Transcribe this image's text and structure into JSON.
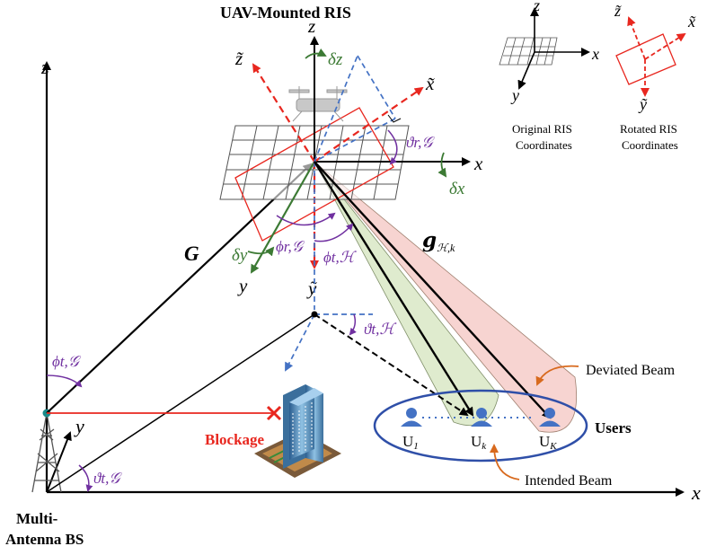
{
  "title": "UAV-Mounted RIS",
  "bs_label_line1": "Multi-",
  "bs_label_line2": "Antenna BS",
  "blockage_label": "Blockage",
  "users_label": "Users",
  "deviated_beam_label": "Deviated Beam",
  "intended_beam_label": "Intended Beam",
  "legend": {
    "original_line1": "Original RIS",
    "original_line2": "Coordinates",
    "rotated_line1": "Rotated RIS",
    "rotated_line2": "Coordinates"
  },
  "axes": {
    "global_x": "x",
    "global_y": "y",
    "global_z": "z",
    "ris_x": "x",
    "ris_y": "y",
    "ris_z": "z",
    "rot_x": "x̃",
    "rot_y": "ỹ",
    "rot_z": "z̃"
  },
  "symbols": {
    "G": "G",
    "g_hk": "𝒈",
    "g_sub": "ℋ,k",
    "delta_z": "δz",
    "delta_x": "δx",
    "delta_y": "δy",
    "theta_rg": "ϑr,𝒢",
    "phi_rg": "ϕr,𝒢",
    "phi_th": "ϕt,ℋ",
    "theta_th": "ϑt,ℋ",
    "phi_tg": "ϕt,𝒢",
    "theta_tg": "ϑt,𝒢"
  },
  "users": [
    {
      "label": "U",
      "sub": "1"
    },
    {
      "label": "U",
      "sub": "k"
    },
    {
      "label": "U",
      "sub": "K"
    }
  ],
  "colors": {
    "black": "#000000",
    "red_dashed": "#e8271f",
    "blue_dashed": "#4472c4",
    "green_axis": "#3c7a34",
    "purple_angle": "#7030a0",
    "orange_arrow": "#d86a1e",
    "ellipse": "#2f4fa8",
    "beam_pink": "#f4c6c2",
    "beam_green": "#d9e7c6"
  }
}
